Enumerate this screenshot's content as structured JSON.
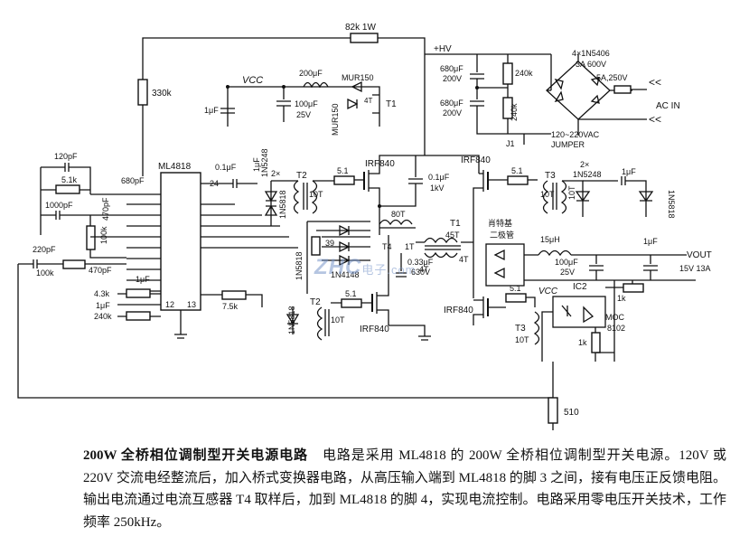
{
  "schematic": {
    "ic_main": {
      "name": "ML4818",
      "pins": {
        "p24": "24",
        "p12": "12",
        "p13": "13"
      }
    },
    "parts": {
      "r_330k": "330k",
      "r_82k": "82k 1W",
      "hv": "+HV",
      "vcc_top": "VCC",
      "c_200uf": "200μF",
      "mur150a": "MUR150",
      "mur150b": "MUR150",
      "c_100uf_25v_a": "100μF",
      "c_100uf_25v_b": "25V",
      "c_1uf_left": "1μF",
      "t1_top": "T1",
      "c_680uf_a1": "680μF",
      "c_680uf_a2": "200V",
      "c_680uf_b1": "680μF",
      "c_680uf_b2": "200V",
      "r_240k_a": "240k",
      "r_240k_b": "240k",
      "bridge_a": "4×1N5406",
      "bridge_b": "3A 600V",
      "fuse": "5A,250V",
      "ac_in": "AC IN",
      "j1": "J1",
      "jumper_a": "120~220VAC",
      "jumper_b": "JUMPER",
      "c_120pf": "120pF",
      "r_5_1k": "5.1k",
      "c_1000pf": "1000pF",
      "c_470pf_a": "470pF",
      "c_680pf": "680pF",
      "r_100k_v": "100k",
      "c_220pf": "220pF",
      "r_100k_h": "100k",
      "c_470pf_b": "470pF",
      "c_1uf_ic": "1μF",
      "r_4_3k": "4.3k",
      "c_1uf_b": "1μF",
      "r_240k_ic": "240k",
      "r_7_5k": "7.5k",
      "c_0_1uf_ic": "0.1μF",
      "c_1uf_t2": "1μF",
      "d_2x": "2×",
      "d_1n5248_a": "1N5248",
      "d_1n5818_a": "1N5818",
      "t2_top": "T2",
      "t2_10t": "10T",
      "r_5_1_a": "5.1",
      "irf840_a": "IRF840",
      "c_0_1uf_1kv_a": "0.1μF",
      "c_0_1uf_1kv_b": "1kV",
      "irf840_b": "IRF840",
      "r_5_1_b": "5.1",
      "t3_top": "T3",
      "t3_10t": "10T",
      "d_2x_b": "2×",
      "d_1n5248_b": "1N5248",
      "c_1uf_t3": "1μF",
      "d_1n5818_b": "1N5818",
      "d_1n5818_c": "1N5818",
      "t_80t": "80T",
      "r_39": "39",
      "d_1n4148": "1N4148",
      "t4": "T4",
      "t4_1t": "1T",
      "t1_mid": "T1",
      "t_45t": "45T",
      "c_0_33uf_a": "0.33μF",
      "c_0_33uf_b": "630V",
      "t_4t_a": "4T",
      "t_4t_b": "4T",
      "schottky_a": "肖特基",
      "schottky_b": "二极管",
      "l_15uh": "15μH",
      "c_100uf_out_a": "100μF",
      "c_100uf_out_b": "25V",
      "c_1uf_out": "1μF",
      "vout": "VOUT",
      "vout_val": "15V 13A",
      "t2_bot": "T2",
      "r_5_1_c": "5.1",
      "t2_bot_10t": "10T",
      "irf840_c": "IRF840",
      "d_1n5818_d": "1N5818",
      "irf840_d": "IRF840",
      "r_5_1_d": "5.1",
      "t3_bot": "T3",
      "t3_bot_10t": "10T",
      "vcc_bot": "VCC",
      "ic2": "IC2",
      "r_1k_a": "1k",
      "moc_a": "MOC",
      "moc_b": "8102",
      "r_1k_b": "1k",
      "r_510": "510"
    }
  },
  "watermark": {
    "logo": "ZHC",
    "cn": "电子",
    "site": ".com"
  },
  "caption": {
    "title": "200W 全桥相位调制型开关电源电路",
    "body1": "电路是采用 ML4818 的 200W 全桥相位调制型开关电源。",
    "body2": "120V 或 220V 交流电经整流后，加入桥式变换器电路，从高压输入端到 ML4818 的脚 3 之间，接有电压正反馈电阻。输出电流通过电流互感器 T4 取样后，加到 ML4818 的脚 4，实现电流控制。电路采用零电压开关技术，工作频率 250kHz。"
  }
}
